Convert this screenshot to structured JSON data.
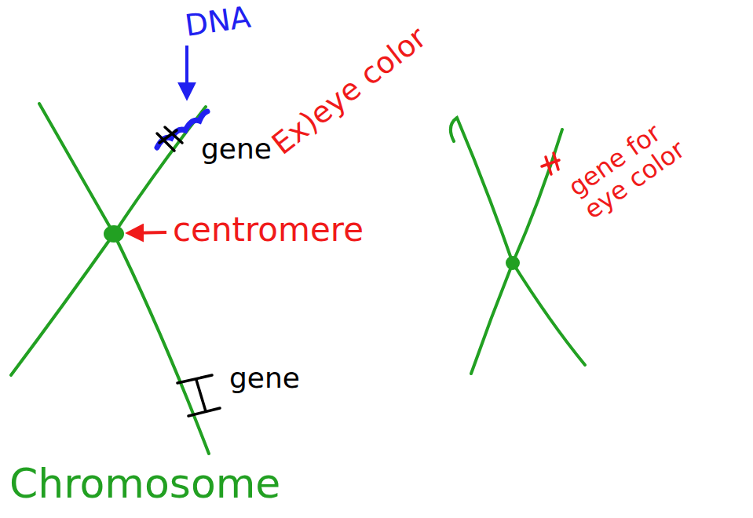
{
  "diagram": {
    "labels": [
      "DNA",
      "gene",
      "Ex)eye color",
      "centromere",
      "gene",
      "Chromosome",
      "gene for eye color"
    ]
  }
}
